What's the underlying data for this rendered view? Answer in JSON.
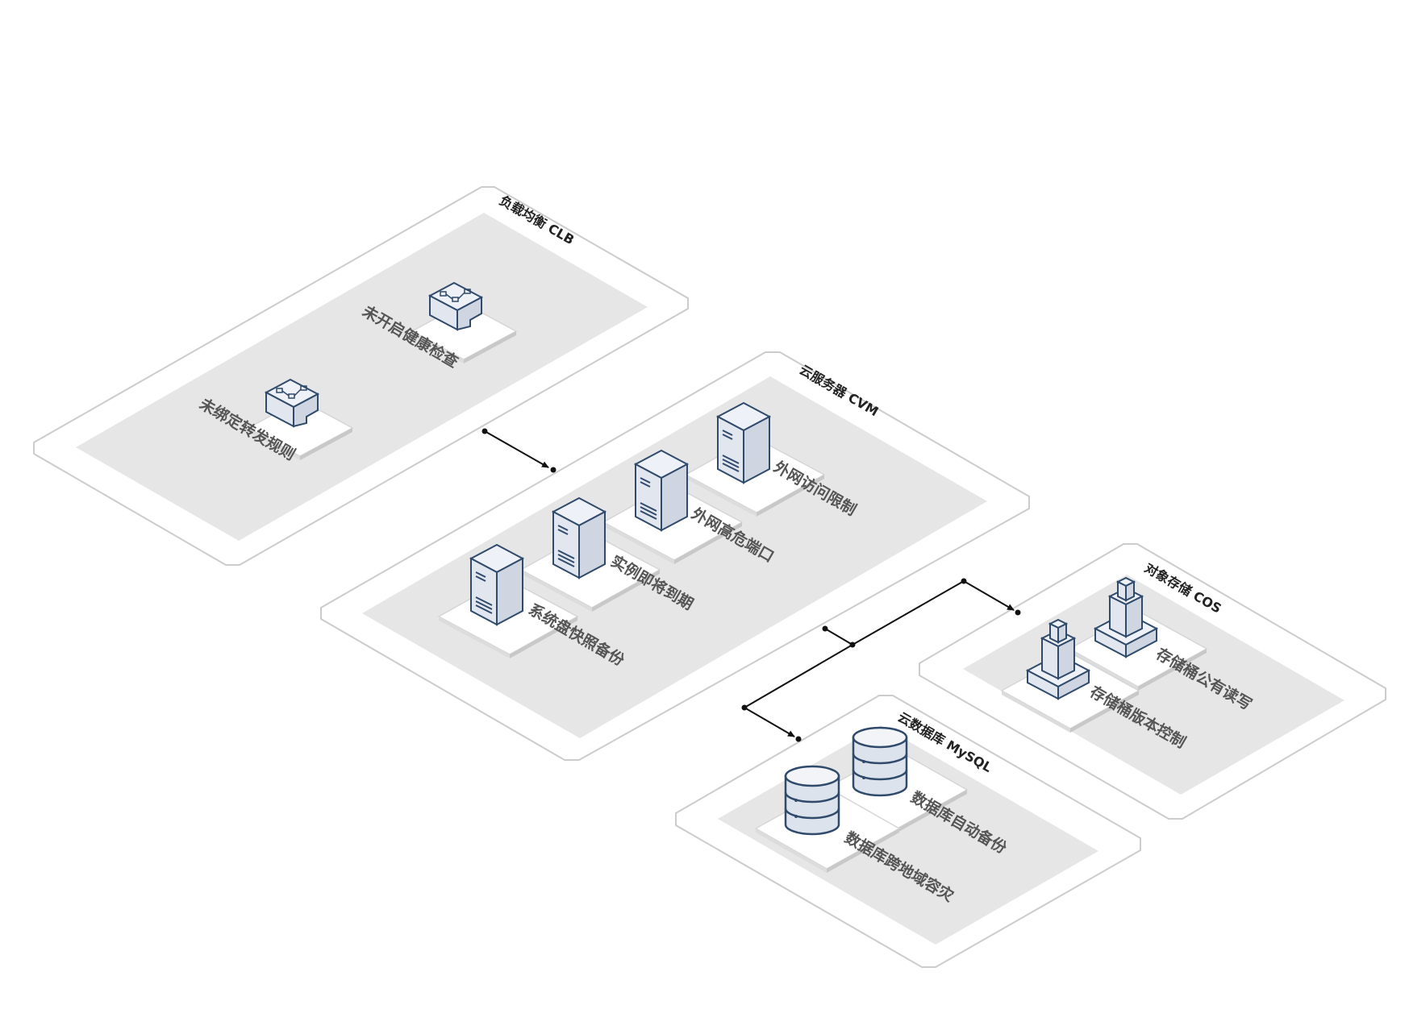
{
  "diagram": {
    "groups": {
      "clb": {
        "title": "负载均衡 CLB",
        "items": [
          "未开启健康检查",
          "未绑定转发规则"
        ]
      },
      "cvm": {
        "title": "云服务器 CVM",
        "items": [
          "外网访问限制",
          "外网高危端口",
          "实例即将到期",
          "系统盘快照备份"
        ]
      },
      "cos": {
        "title": "对象存储 COS",
        "items": [
          "存储桶公有读写",
          "存储桶版本控制"
        ]
      },
      "mysql": {
        "title": "云数据库 MySQL",
        "items": [
          "数据库自动备份",
          "数据库跨地域容灾"
        ]
      }
    },
    "connections": [
      {
        "from": "clb",
        "to": "cvm"
      },
      {
        "from": "cvm",
        "to": "cos"
      },
      {
        "from": "cvm",
        "to": "mysql"
      }
    ]
  }
}
